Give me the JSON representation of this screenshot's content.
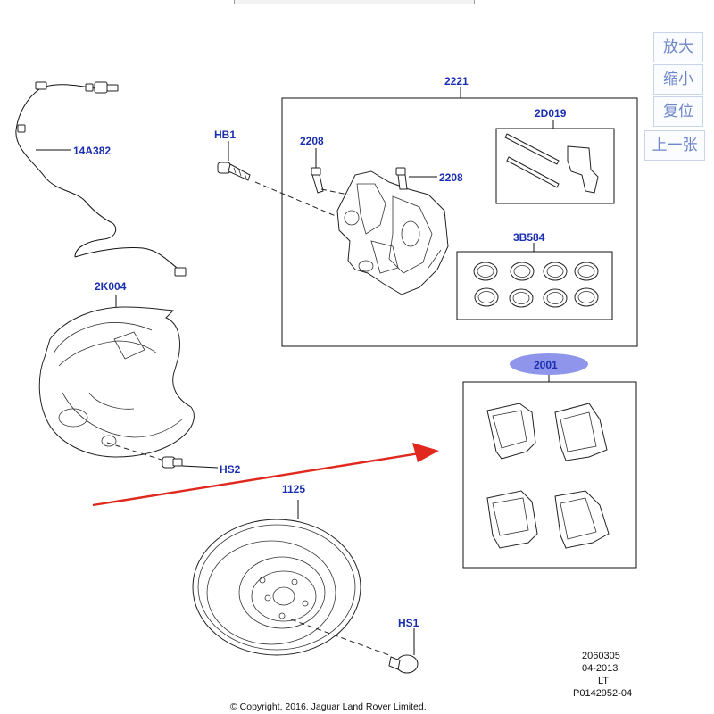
{
  "callouts": {
    "sensor": "14A382",
    "shield": "2K004",
    "shield_bolt": "HS2",
    "caliper_bolt": "HB1",
    "caliper_kit": "2221",
    "bleed_left": "2208",
    "bleed_right": "2208",
    "pin_kit": "2D019",
    "seal_kit": "3B584",
    "pad_kit": "2001",
    "disc": "1125",
    "disc_screw": "HS1"
  },
  "footer": {
    "line1": "2060305",
    "line2": "04-2013",
    "line3": "LT",
    "line4": "P0142952-04",
    "copyright": "© Copyright, 2016. Jaguar Land Rover Limited."
  },
  "zoom": {
    "zoom_in": "放大",
    "zoom_out": "缩小",
    "reset": "复位",
    "previous": "上一张"
  },
  "colors": {
    "callout_text": "#1a2fb0",
    "highlight": "#8f95ea",
    "arrow": "#e0281e"
  }
}
